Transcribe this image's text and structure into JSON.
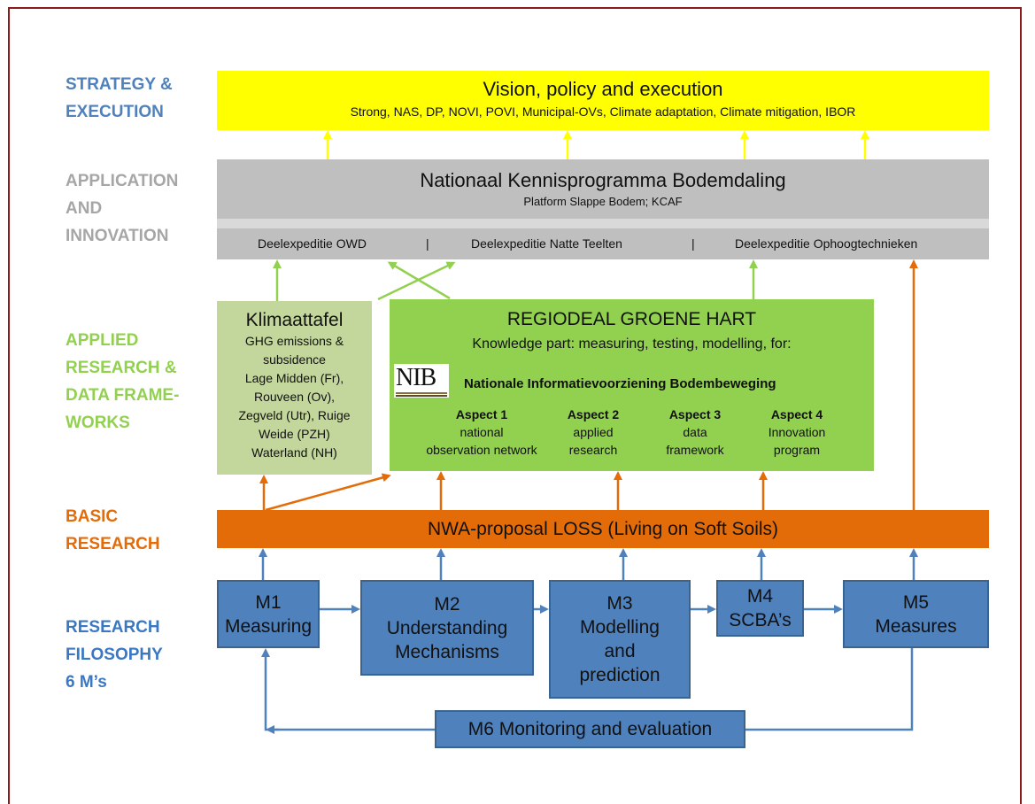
{
  "colors": {
    "strategy": "#4f81bd",
    "application": "#a6a6a6",
    "applied": "#92d050",
    "basic": "#e36c09",
    "research": "#3b78c3",
    "yellow": "#ffff00",
    "grey_box": "#bfbfbf",
    "green_box": "#92d050",
    "light_green": "#c3d69b",
    "orange_box": "#e36c09",
    "blue_box": "#4f81bd"
  },
  "layers": {
    "strategy": [
      "STRATEGY &",
      "EXECUTION"
    ],
    "application": [
      "APPLICATION",
      "AND",
      "INNOVATION"
    ],
    "applied": [
      "APPLIED",
      "RESEARCH &",
      "DATA FRAME-",
      "WORKS"
    ],
    "basic": [
      "BASIC",
      "RESEARCH"
    ],
    "research": [
      "RESEARCH",
      "FILOSOPHY",
      "6 M’s"
    ]
  },
  "vision": {
    "title": "Vision, policy and execution",
    "subtitle": "Strong, NAS, DP, NOVI, POVI, Municipal-OVs, Climate adaptation, Climate mitigation, IBOR"
  },
  "nkb": {
    "title": "Nationaal Kennisprogramma Bodemdaling",
    "subtitle": "Platform Slappe Bodem; KCAF",
    "expeditions": [
      "Deelexpeditie OWD",
      "|",
      "Deelexpeditie Natte Teelten",
      "|",
      "Deelexpeditie Ophoogtechnieken"
    ]
  },
  "klimaattafel": {
    "title": "Klimaattafel",
    "lines": [
      "GHG emissions &",
      "subsidence",
      "Lage Midden (Fr),",
      "Rouveen (Ov),",
      "Zegveld (Utr), Ruige",
      "Weide (PZH)",
      "Waterland (NH)"
    ]
  },
  "regiodeal": {
    "title": "REGIODEAL GROENE HART",
    "subtitle": "Knowledge part: measuring, testing, modelling, for:",
    "logo_text": "NIB",
    "nib_title": "Nationale Informatievoorziening Bodembeweging",
    "aspects": [
      {
        "head": "Aspect 1",
        "lines": [
          "national",
          "observation network"
        ]
      },
      {
        "head": "Aspect 2",
        "lines": [
          "applied",
          "research"
        ]
      },
      {
        "head": "Aspect 3",
        "lines": [
          "data",
          "framework"
        ]
      },
      {
        "head": "Aspect 4",
        "lines": [
          "Innovation",
          "program"
        ]
      }
    ]
  },
  "nwa": {
    "title": "NWA-proposal LOSS (Living on Soft Soils)"
  },
  "m_boxes": [
    {
      "lines": [
        "M1",
        "Measuring"
      ]
    },
    {
      "lines": [
        "M2",
        "Understanding",
        "Mechanisms"
      ]
    },
    {
      "lines": [
        "M3",
        "Modelling",
        "and",
        "prediction"
      ]
    },
    {
      "lines": [
        "M4",
        "SCBA’s"
      ]
    },
    {
      "lines": [
        "M5",
        "Measures"
      ]
    }
  ],
  "m6": {
    "title": "M6 Monitoring and evaluation"
  }
}
